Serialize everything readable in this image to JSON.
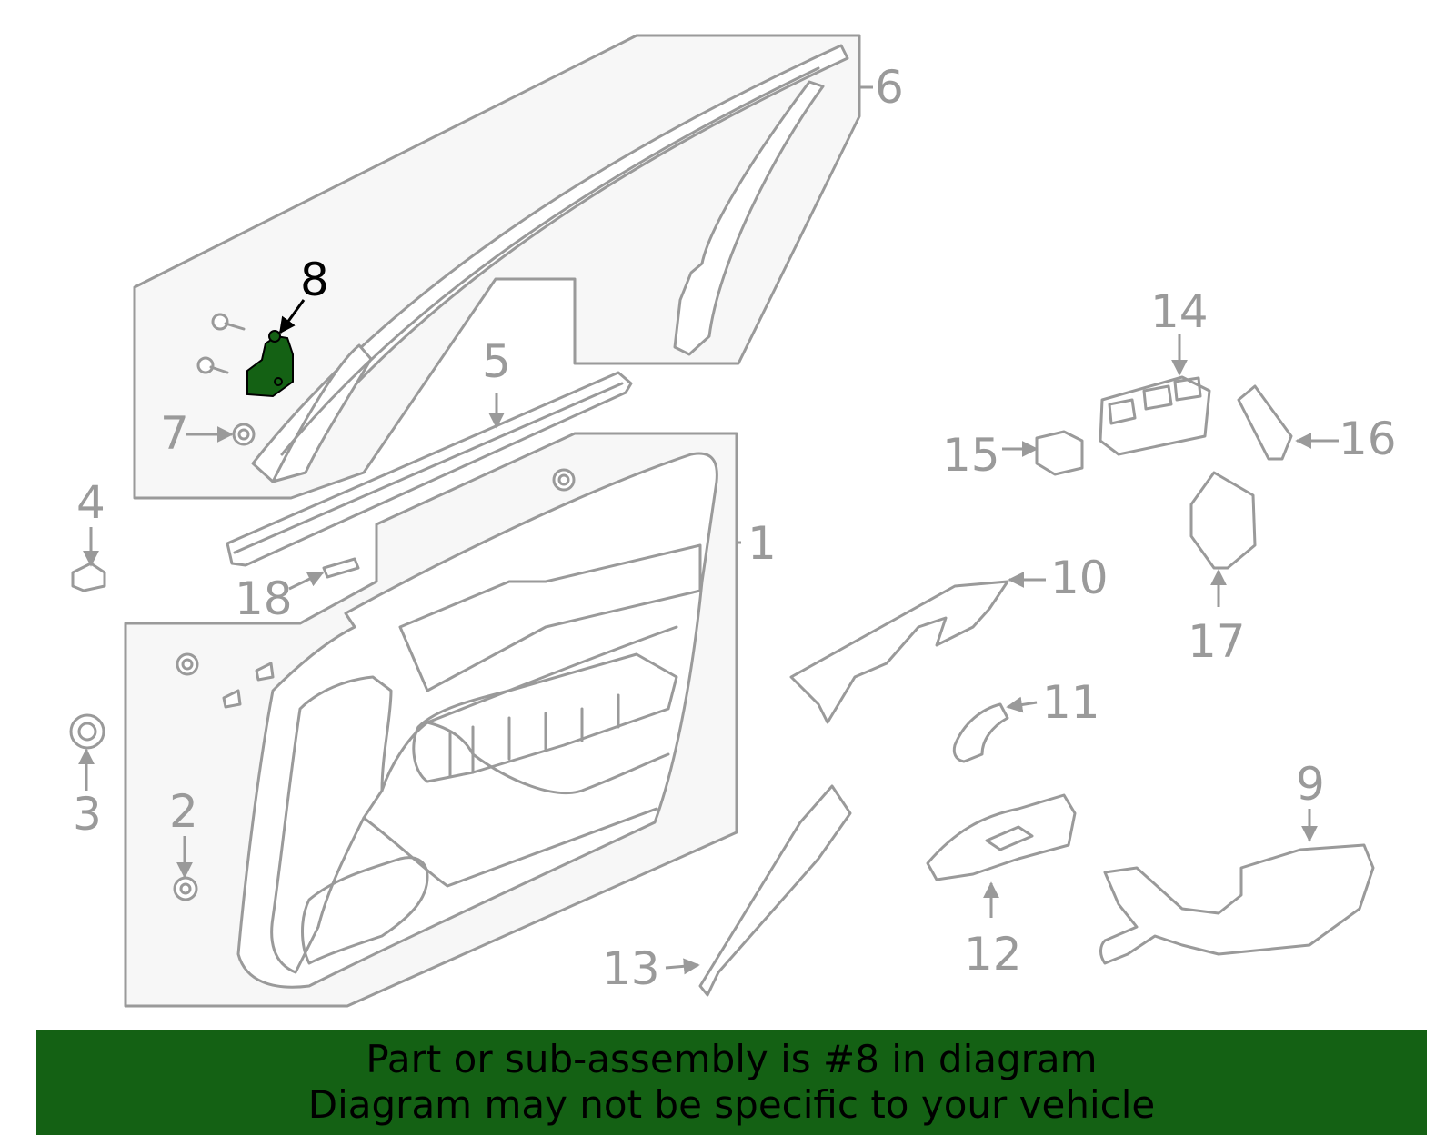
{
  "diagram": {
    "highlight_color": "#146114",
    "line_color": "#9a9a9a",
    "highlighted_part": "8",
    "callouts": {
      "c1": "1",
      "c2": "2",
      "c3": "3",
      "c4": "4",
      "c5": "5",
      "c6": "6",
      "c7": "7",
      "c8": "8",
      "c9": "9",
      "c10": "10",
      "c11": "11",
      "c12": "12",
      "c13": "13",
      "c14": "14",
      "c15": "15",
      "c16": "16",
      "c17": "17",
      "c18": "18"
    }
  },
  "banner": {
    "line1": "Part or sub-assembly is #8 in diagram",
    "line2": "Diagram may not be specific to your vehicle",
    "background": "#146114"
  }
}
